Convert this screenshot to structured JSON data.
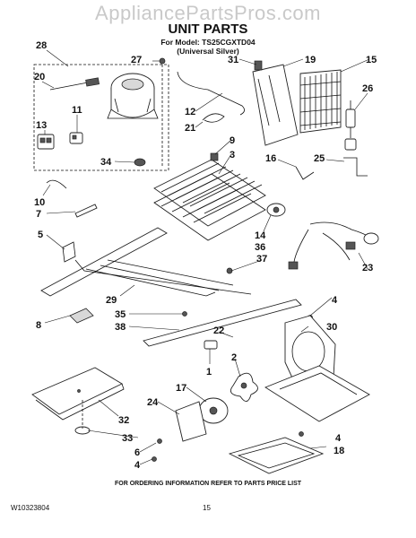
{
  "header": {
    "watermark": "AppliancePartsPros.com",
    "title": "UNIT PARTS",
    "model_line": "For Model: TS25CGXTD04",
    "variant_line": "(Universal Silver)"
  },
  "callouts": [
    "28",
    "27",
    "31",
    "19",
    "15",
    "20",
    "11",
    "12",
    "21",
    "26",
    "13",
    "9",
    "3",
    "34",
    "16",
    "25",
    "10",
    "7",
    "5",
    "14",
    "36",
    "37",
    "23",
    "29",
    "4",
    "8",
    "35",
    "38",
    "30",
    "22",
    "1",
    "2",
    "17",
    "24",
    "32",
    "6",
    "33",
    "18"
  ],
  "footer": {
    "ordering_note": "FOR ORDERING INFORMATION REFER TO PARTS PRICE LIST",
    "doc_number": "W10323804",
    "page_number": "15"
  }
}
